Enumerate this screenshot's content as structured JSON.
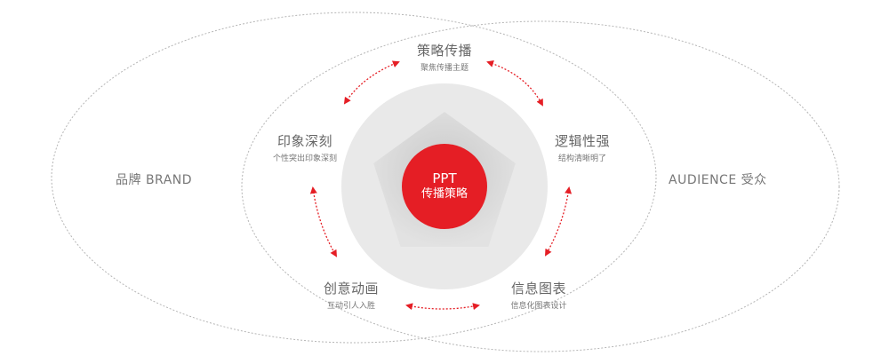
{
  "left_label": "品牌 BRAND",
  "right_label": "AUDIENCE 受众",
  "center": {
    "line1": "PPT",
    "line2": "传播策略"
  },
  "nodes": [
    {
      "title": "策略传播",
      "sub": "聚焦传播主题"
    },
    {
      "title": "逻辑性强",
      "sub": "结构清晰明了"
    },
    {
      "title": "信息图表",
      "sub": "信息化图表设计"
    },
    {
      "title": "创意动画",
      "sub": "互动引人入胜"
    },
    {
      "title": "印象深刻",
      "sub": "个性突出印象深刻"
    }
  ],
  "colors": {
    "accent": "#e51e25",
    "ring": "#e9e9e9",
    "gear": "#d6d6d6",
    "dash": "#b5b5b5"
  }
}
